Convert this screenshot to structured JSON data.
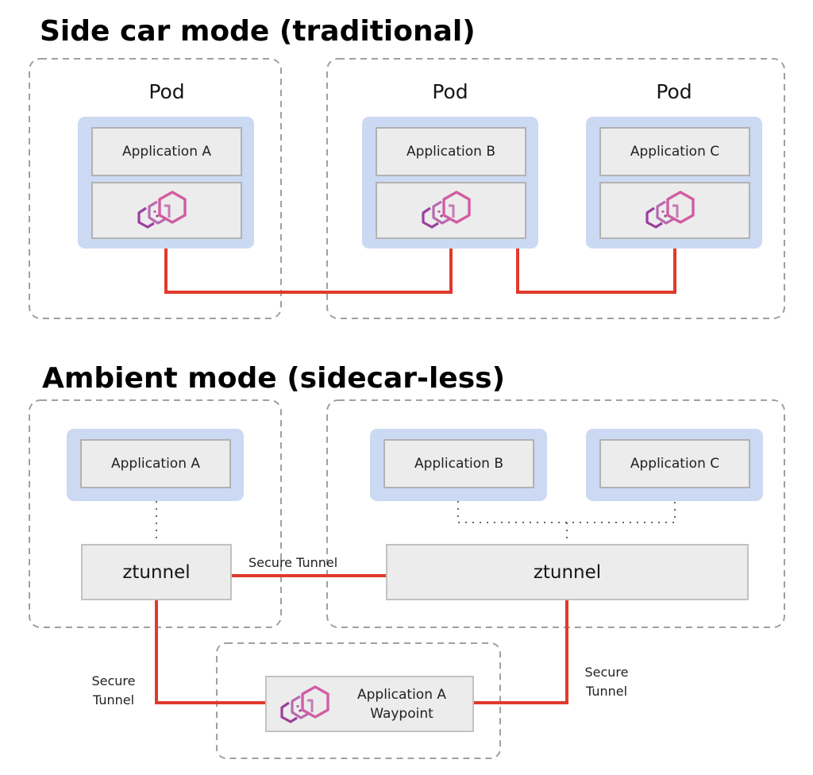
{
  "diagram": {
    "accent_colors": {
      "connection_line": "#e03a2c",
      "pod_shell": "#cbd9f2",
      "box_fill": "#ececec",
      "box_border": "#b2b2b2",
      "namespace_border": "#999999",
      "dotted_link": "#666666",
      "envoy_pink": "#d15da3",
      "envoy_purple": "#9b3f9f"
    },
    "sidecar": {
      "title": "Side car mode (traditional)",
      "pods": [
        {
          "label": "Pod",
          "app": "Application A",
          "proxy_icon": "envoy-proxy-icon"
        },
        {
          "label": "Pod",
          "app": "Application B",
          "proxy_icon": "envoy-proxy-icon"
        },
        {
          "label": "Pod",
          "app": "Application C",
          "proxy_icon": "envoy-proxy-icon"
        }
      ],
      "connections": [
        {
          "from": "Application A",
          "to": "Application B"
        },
        {
          "from": "Application B",
          "to": "Application C"
        }
      ]
    },
    "ambient": {
      "title": "Ambient mode (sidecar-less)",
      "apps": [
        "Application A",
        "Application B",
        "Application C"
      ],
      "ztunnels": [
        "ztunnel",
        "ztunnel"
      ],
      "waypoint": {
        "line1": "Application A",
        "line2": "Waypoint",
        "icon": "envoy-proxy-icon"
      },
      "tunnel_labels": {
        "between_ztunnels": "Secure Tunnel",
        "left": {
          "line1": "Secure",
          "line2": "Tunnel"
        },
        "right": {
          "line1": "Secure",
          "line2": "Tunnel"
        }
      }
    }
  }
}
